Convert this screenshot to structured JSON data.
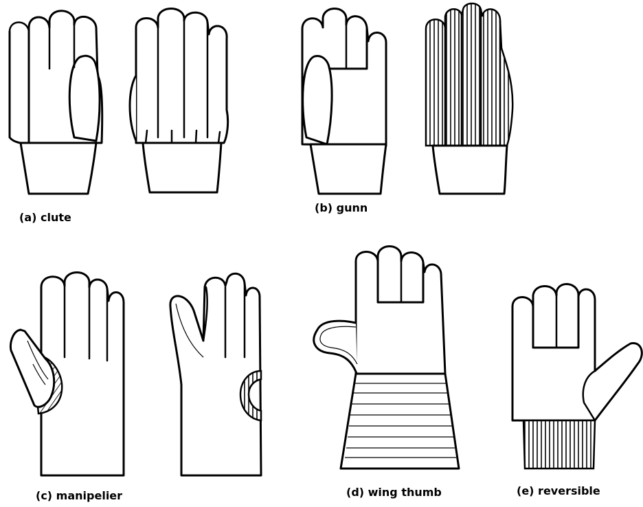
{
  "captions": {
    "clute": "(a) clute",
    "gunn": "(b) gunn",
    "manipelier": "(c) manipelier",
    "wing_thumb": "(d) wing thumb",
    "reversible": "(e) reversible"
  }
}
